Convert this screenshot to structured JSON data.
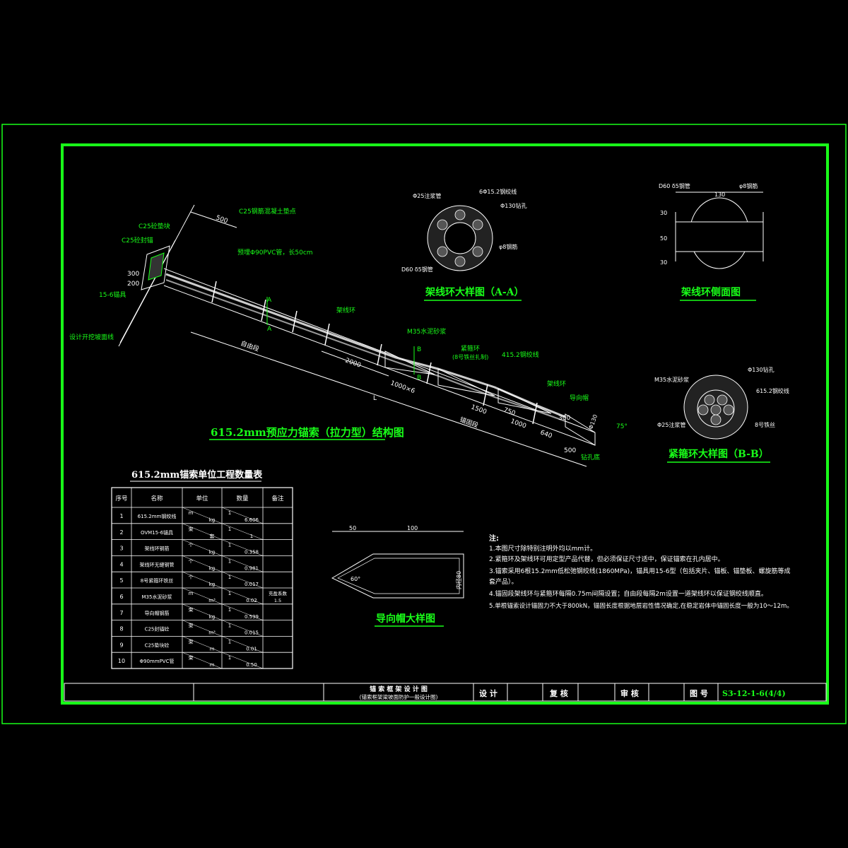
{
  "main_drawing": {
    "title": "615.2mm预应力锚索（拉力型）结构图",
    "labels": {
      "c25_concrete_pad": "C25砼垫块",
      "c25_seal_anchor": "C25砼封锚",
      "anchor_head": "15-6锚具",
      "slope_surface": "设计开挖坡面线",
      "c25_rebar_support": "C25钢筋混凝土垫点",
      "pvc_sleeve": "预埋Φ90PVC管，长50cm",
      "free_section": "自由段",
      "anchorage_section": "锚固段",
      "spacer_ring": "架线环",
      "m35_mortar": "M35水泥砂浆",
      "tight_ring": "紧箍环",
      "tight_ring_note": "(8号铁丝扎制)",
      "strand": "415.2钢绞线",
      "spacer_ring_2": "架线环",
      "guide_cap": "导向帽",
      "hole_bottom": "钻孔底"
    },
    "dims": {
      "d500": "500",
      "d300": "300",
      "d200": "200",
      "d2000": "2000",
      "d1000": "1000×6",
      "d1500": "1500",
      "d750": "750",
      "d1000b": "1000",
      "d500b": "500",
      "d640": "640",
      "d300b": "300",
      "phi130": "Φ130",
      "angle": "75°",
      "l": "L"
    }
  },
  "section_aa": {
    "title": "架线环大样图（A-A）",
    "labels": {
      "grout_pipe": "Φ25注浆管",
      "strands": "6Φ15.2钢绞线",
      "borehole": "Φ130钻孔",
      "steel_pipe": "φ8钢筋",
      "pvc": "D60 δ5钢管"
    }
  },
  "side_view": {
    "title": "架线环侧面图",
    "labels": {
      "pipe": "D60 δ5钢管",
      "rebar": "φ8钢筋",
      "dim_130": "130",
      "dim_a": "30",
      "dim_b": "50",
      "dim_c": "30"
    }
  },
  "section_bb": {
    "title": "紧箍环大样图（B-B）",
    "labels": {
      "borehole": "Φ130钻孔",
      "mortar": "M35水泥砂浆",
      "strand": "615.2钢绞线",
      "grout_pipe": "Φ25注浆管",
      "wire": "8号铁丝"
    }
  },
  "quantity_table": {
    "title": "615.2mm锚索单位工程数量表",
    "headers": [
      "序号",
      "名称",
      "单位",
      "数量",
      "备注"
    ],
    "rows": [
      {
        "no": "1",
        "name": "615.2mm钢绞线",
        "unit_top": "m",
        "unit_bot": "kg",
        "qty_top": "1",
        "qty_bot": "6.606",
        "note": ""
      },
      {
        "no": "2",
        "name": "OVM15-6锚具",
        "unit_top": "束",
        "unit_bot": "套",
        "qty_top": "1",
        "qty_bot": "1",
        "note": ""
      },
      {
        "no": "3",
        "name": "架线环钢筋",
        "unit_top": "个",
        "unit_bot": "kg",
        "qty_top": "1",
        "qty_bot": "0.358",
        "note": ""
      },
      {
        "no": "4",
        "name": "架线环无缝钢管",
        "unit_top": "个",
        "unit_bot": "kg",
        "qty_top": "1",
        "qty_bot": "0.981",
        "note": ""
      },
      {
        "no": "5",
        "name": "8号紧箍环铁丝",
        "unit_top": "个",
        "unit_bot": "kg",
        "qty_top": "1",
        "qty_bot": "0.017",
        "note": ""
      },
      {
        "no": "6",
        "name": "M35水泥砂浆",
        "unit_top": "m",
        "unit_bot": "m³",
        "qty_top": "1",
        "qty_bot": "0.02",
        "note": "充盈系数1.5"
      },
      {
        "no": "7",
        "name": "导向帽钢筋",
        "unit_top": "束",
        "unit_bot": "kg",
        "qty_top": "1",
        "qty_bot": "0.599",
        "note": ""
      },
      {
        "no": "8",
        "name": "C25封锚砼",
        "unit_top": "束",
        "unit_bot": "m³",
        "qty_top": "1",
        "qty_bot": "0.015",
        "note": ""
      },
      {
        "no": "9",
        "name": "C25垫块砼",
        "unit_top": "束",
        "unit_bot": "m",
        "qty_top": "1",
        "qty_bot": "0.01",
        "note": ""
      },
      {
        "no": "10",
        "name": "Φ90mmPVC管",
        "unit_top": "束",
        "unit_bot": "m",
        "qty_top": "1",
        "qty_bot": "0.50",
        "note": ""
      }
    ]
  },
  "guide_cap": {
    "title": "导向帽大样图",
    "dim_top_left": "50",
    "dim_top_right": "100",
    "dim_height": "内径80",
    "angle": "60°"
  },
  "notes": {
    "heading": "注:",
    "lines": [
      "1.本图尺寸除特别注明外均以mm计。",
      "2.紧箍环及架线环可用定型产品代替，但必须保证尺寸适中，保证锚索在孔内居中。",
      "3.锚索采用6根15.2mm低松弛钢绞线(1860MPa)，锚具用15-6型（包括夹片、锚板、锚垫板、螺旋筋等成",
      "套产品）。",
      "4.锚固段架线环与紧箍环每隔0.75m间隔设置；自由段每隔2m设置一道架线环以保证钢绞线顺直。",
      "5.单根锚索设计锚固力不大于800kN，锚固长度根据地层岩性情况确定,在稳定岩体中锚固长度一般为10～12m。"
    ]
  },
  "title_block": {
    "project_line1": "锚 索 框 架 设 计 图",
    "project_line2": "(锚索框架梁坡面防护一般设计图)",
    "design": "设 计",
    "review": "复 核",
    "audit": "审 核",
    "drawing_no_label": "图 号",
    "drawing_no": "S3-12-1-6(4/4)"
  },
  "colors": {
    "frame": "#19ff19",
    "text": "#ffffff",
    "background": "#000000"
  }
}
